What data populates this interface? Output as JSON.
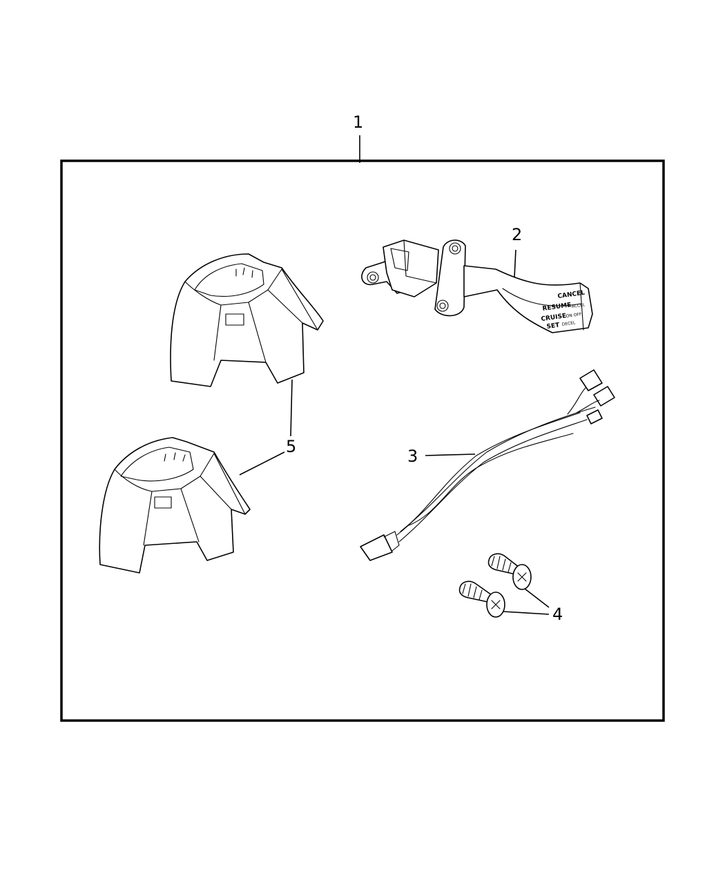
{
  "callouts": {
    "c1": "1",
    "c2": "2",
    "c3": "3",
    "c4": "4",
    "c5": "5"
  },
  "switch_labels": {
    "cancel": "CANCEL",
    "resume": "RESUME",
    "accel": "ACCEL",
    "cruise": "CRUISE",
    "on_off": "ON OFF",
    "set": "SET",
    "decel": "DECEL"
  }
}
